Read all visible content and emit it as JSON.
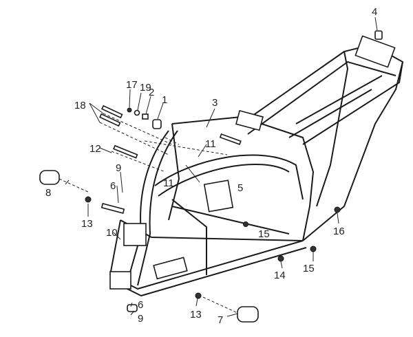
{
  "diagram": {
    "type": "exploded-parts-view",
    "subject": "frame",
    "callouts": [
      {
        "id": "c4",
        "text": "4"
      },
      {
        "id": "c17",
        "text": "17"
      },
      {
        "id": "c19",
        "text": "19"
      },
      {
        "id": "c2",
        "text": "2"
      },
      {
        "id": "c1",
        "text": "1"
      },
      {
        "id": "c3",
        "text": "3"
      },
      {
        "id": "c18",
        "text": "18"
      },
      {
        "id": "c11a",
        "text": "11"
      },
      {
        "id": "c11b",
        "text": "11"
      },
      {
        "id": "c12",
        "text": "12"
      },
      {
        "id": "c9a",
        "text": "9"
      },
      {
        "id": "c6a",
        "text": "6"
      },
      {
        "id": "c8",
        "text": "8"
      },
      {
        "id": "c13a",
        "text": "13"
      },
      {
        "id": "c10",
        "text": "10"
      },
      {
        "id": "c5",
        "text": "5"
      },
      {
        "id": "c16",
        "text": "16"
      },
      {
        "id": "c15a",
        "text": "15"
      },
      {
        "id": "c15b",
        "text": "15"
      },
      {
        "id": "c14",
        "text": "14"
      },
      {
        "id": "c6b",
        "text": "6"
      },
      {
        "id": "c9b",
        "text": "9"
      },
      {
        "id": "c13b",
        "text": "13"
      },
      {
        "id": "c7",
        "text": "7"
      }
    ]
  }
}
